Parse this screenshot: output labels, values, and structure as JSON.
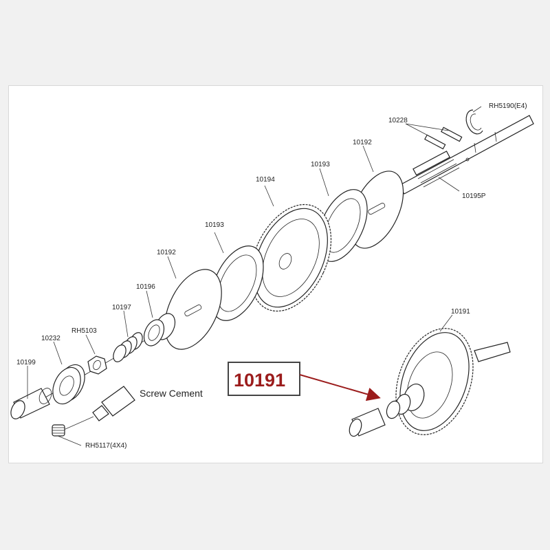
{
  "labels": {
    "rh5190": "RH5190(E4)",
    "p10228": "10228",
    "p10192_right": "10192",
    "p10193_right": "10193",
    "p10194": "10194",
    "p10195p": "10195P",
    "p10193_left": "10193",
    "p10192_left": "10192",
    "p10196": "10196",
    "p10197": "10197",
    "rh5103": "RH5103",
    "p10232": "10232",
    "p10199": "10199",
    "screw_cement": "Screw Cement",
    "rh5117": "RH5117(4X4)",
    "p10191_assembly": "10191"
  },
  "callout": {
    "code": "10191",
    "color": "#9b1c1c"
  }
}
